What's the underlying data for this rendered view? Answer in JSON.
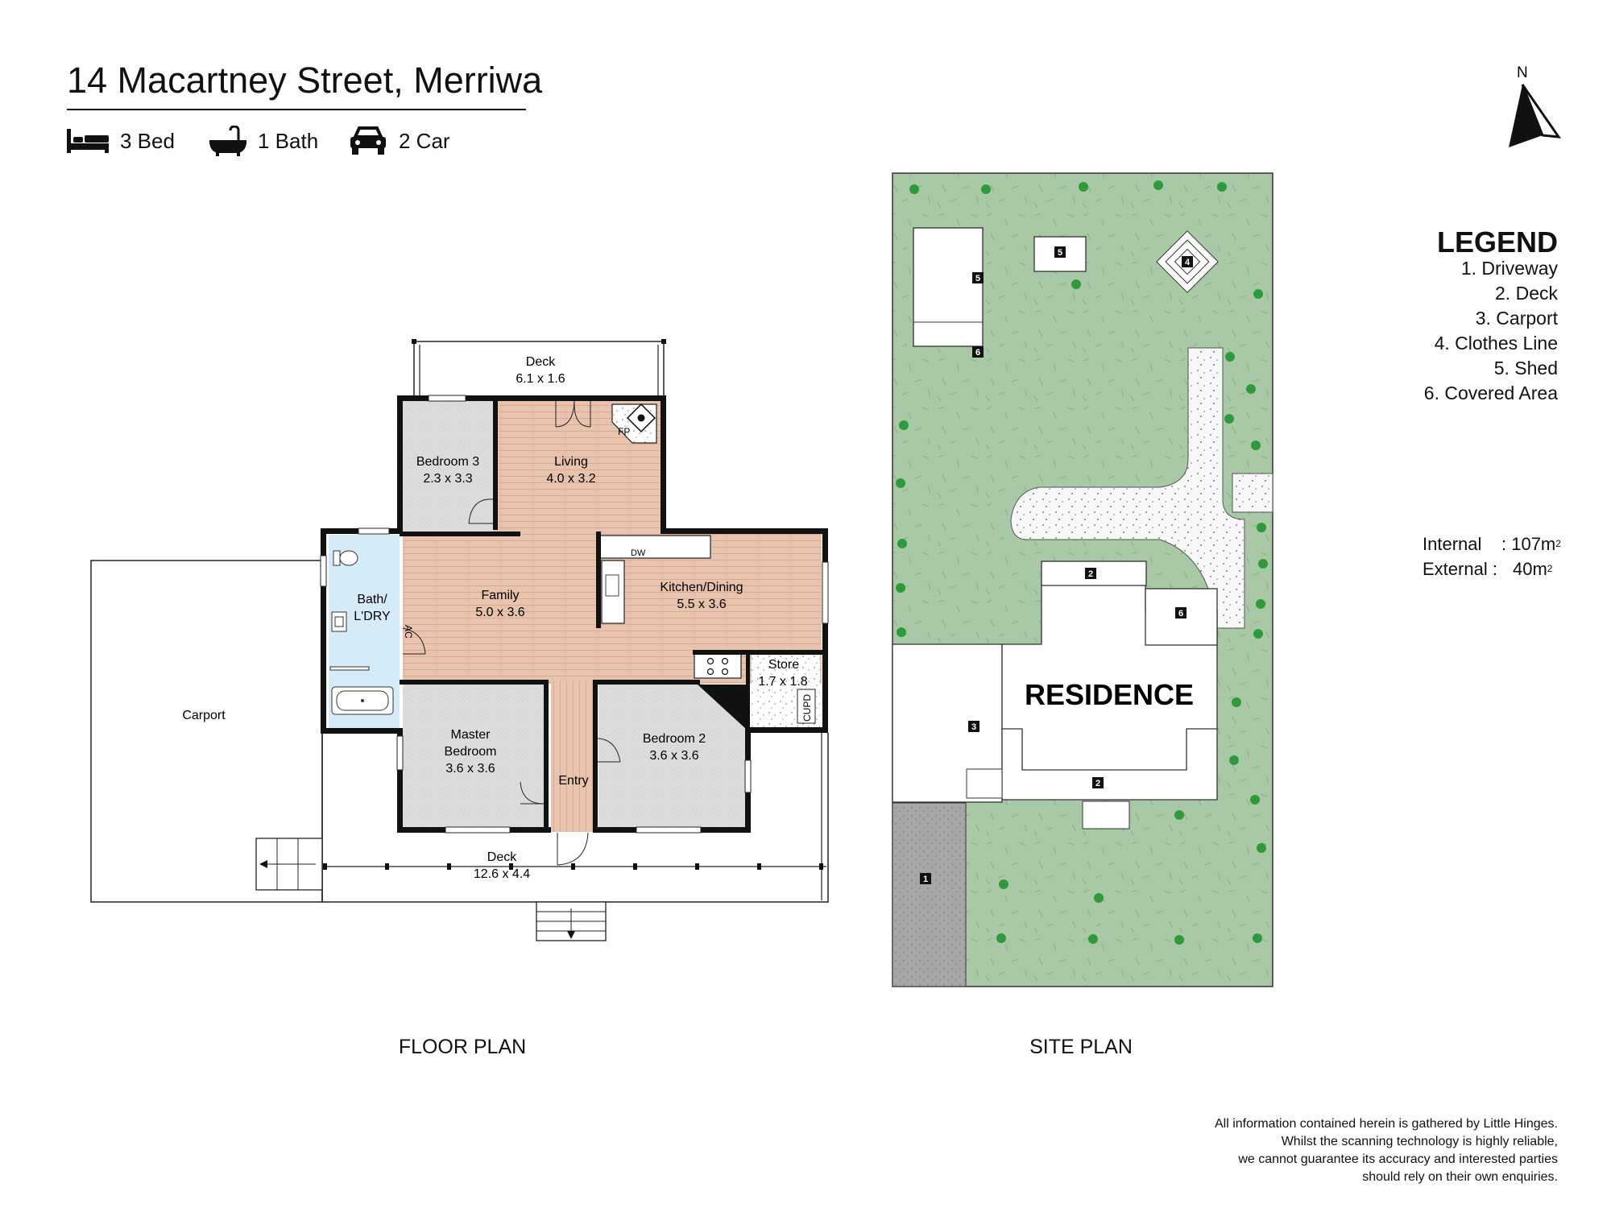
{
  "header": {
    "title": "14 Macartney Street, Merriwa",
    "features": [
      {
        "icon": "bed-icon",
        "label": "3 Bed"
      },
      {
        "icon": "bath-icon",
        "label": "1 Bath"
      },
      {
        "icon": "car-icon",
        "label": "2 Car"
      }
    ]
  },
  "compass": {
    "label": "N"
  },
  "floor_plan": {
    "caption": "FLOOR PLAN",
    "rooms": {
      "deck_top": {
        "name": "Deck",
        "size": "6.1 x 1.6"
      },
      "bedroom3": {
        "name": "Bedroom 3",
        "size": "2.3 x 3.3"
      },
      "living": {
        "name": "Living",
        "size": "4.0 x 3.2"
      },
      "family": {
        "name": "Family",
        "size": "5.0 x 3.6"
      },
      "kitchen": {
        "name": "Kitchen/Dining",
        "size": "5.5 x 3.6"
      },
      "bath": {
        "name_line1": "Bath/",
        "name_line2": "L'DRY"
      },
      "store": {
        "name": "Store",
        "size": "1.7 x 1.8"
      },
      "master": {
        "name_line1": "Master",
        "name_line2": "Bedroom",
        "size": "3.6 x 3.6"
      },
      "bedroom2": {
        "name": "Bedroom 2",
        "size": "3.6 x 3.6"
      },
      "entry": {
        "name": "Entry"
      },
      "deck_front": {
        "name": "Deck",
        "size": "12.6 x 4.4"
      },
      "carport": {
        "name": "Carport"
      }
    },
    "fixtures": {
      "fp": "FP",
      "dw": "DW",
      "ac": "AC",
      "cupd": "CUPD"
    }
  },
  "site_plan": {
    "caption": "SITE PLAN",
    "residence_label": "RESIDENCE",
    "markers": [
      "1",
      "2",
      "2",
      "3",
      "4",
      "5",
      "5",
      "6",
      "6"
    ]
  },
  "legend": {
    "title": "LEGEND",
    "items": [
      "1. Driveway",
      "2. Deck",
      "3. Carport",
      "4. Clothes Line",
      "5. Shed",
      "6. Covered Area"
    ]
  },
  "areas": {
    "internal_label": "Internal",
    "internal_value": ": 107m",
    "external_label": "External :",
    "external_value": "40m",
    "unit_sup": "2"
  },
  "disclaimer": [
    "All information contained herein is gathered by Little Hinges.",
    "Whilst the scanning technology is highly reliable,",
    "we cannot guarantee its accuracy and interested parties",
    "should rely on their own enquiries."
  ],
  "colors": {
    "wood_floor": "#e8c3ad",
    "carpet": "#dcdcdc",
    "bathroom_tile": "#d6ebf8",
    "lawn": "#a9c9a6",
    "tree": "#2f9a3c",
    "driveway": "#a7a7a7",
    "wall": "#111111"
  }
}
